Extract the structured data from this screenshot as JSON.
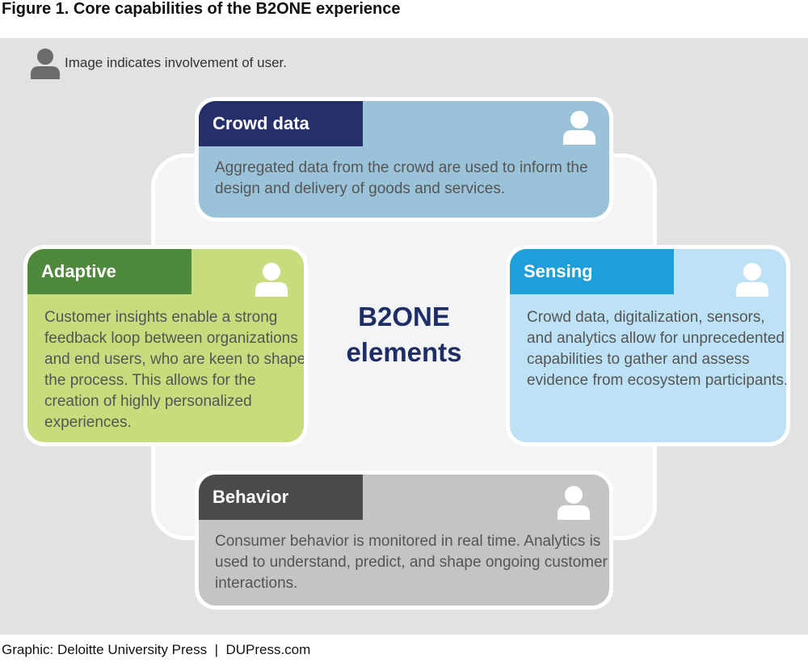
{
  "figure_title": "Figure 1. Core capabilities of the B2ONE experience",
  "legend": {
    "text": "Image indicates involvement of user.",
    "icon": "user-icon"
  },
  "center": {
    "line1": "B2ONE",
    "line2": "elements"
  },
  "cards": {
    "crowd_data": {
      "title": "Crowd data",
      "body": "Aggregated data from the crowd are used to inform the design and delivery of goods and services.",
      "icon": "user-icon"
    },
    "adaptive": {
      "title": "Adaptive",
      "body": "Customer insights enable a strong feedback loop between organizations and end users, who are keen to shape the process. This allows for the creation of highly personalized experiences.",
      "icon": "user-icon"
    },
    "sensing": {
      "title": "Sensing",
      "body": "Crowd data, digitalization, sensors, and analytics allow for unprecedented capabilities to gather and assess evidence from ecosystem participants.",
      "icon": "user-icon"
    },
    "behavior": {
      "title": "Behavior",
      "body": "Consumer behavior is monitored in real time. Analytics is used to understand, predict, and shape ongoing customer interactions.",
      "icon": "user-icon"
    }
  },
  "colors": {
    "crowd_header": "#25306b",
    "crowd_body": "#9ac3d9",
    "adaptive_header": "#4f8a3c",
    "adaptive_body": "#c7dc7c",
    "sensing_header": "#1e9fd9",
    "sensing_body": "#bde2f5",
    "behavior_header": "#4b4b4b",
    "behavior_body": "#c4c4c4",
    "center_text": "#1f2d66"
  },
  "footer": "Graphic: Deloitte University Press  |  DUPress.com"
}
